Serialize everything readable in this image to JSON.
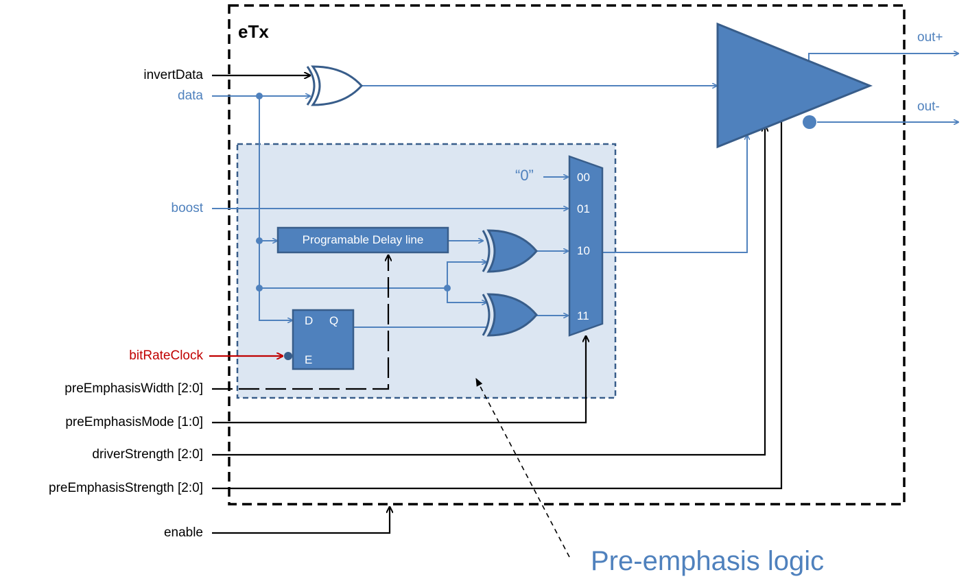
{
  "block": {
    "title": "eTx"
  },
  "inputs": {
    "invert_data": "invertData",
    "data": "data",
    "boost": "boost",
    "bit_rate_clock": "bitRateClock",
    "pre_emphasis_width": "preEmphasisWidth [2:0]",
    "pre_emphasis_mode": "preEmphasisMode [1:0]",
    "driver_strength": "driverStrength [2:0]",
    "pre_emphasis_strength": "preEmphasisStrength [2:0]",
    "enable": "enable"
  },
  "outputs": {
    "out_plus": "out+",
    "out_minus": "out-"
  },
  "delay_line": {
    "label": "Programable Delay line"
  },
  "flip_flop": {
    "d": "D",
    "q": "Q",
    "e": "E"
  },
  "mux": {
    "const_input": "“0”",
    "sel_00": "00",
    "sel_01": "01",
    "sel_10": "10",
    "sel_11": "11"
  },
  "annotation": {
    "label": "Pre-emphasis logic"
  },
  "colors": {
    "wire_blue": "#4F81BD",
    "fill_blue": "#4F81BD",
    "stroke_dark": "#385D8A",
    "region_fill": "#DCE6F2",
    "clock_red": "#C00000",
    "black": "#000000"
  }
}
